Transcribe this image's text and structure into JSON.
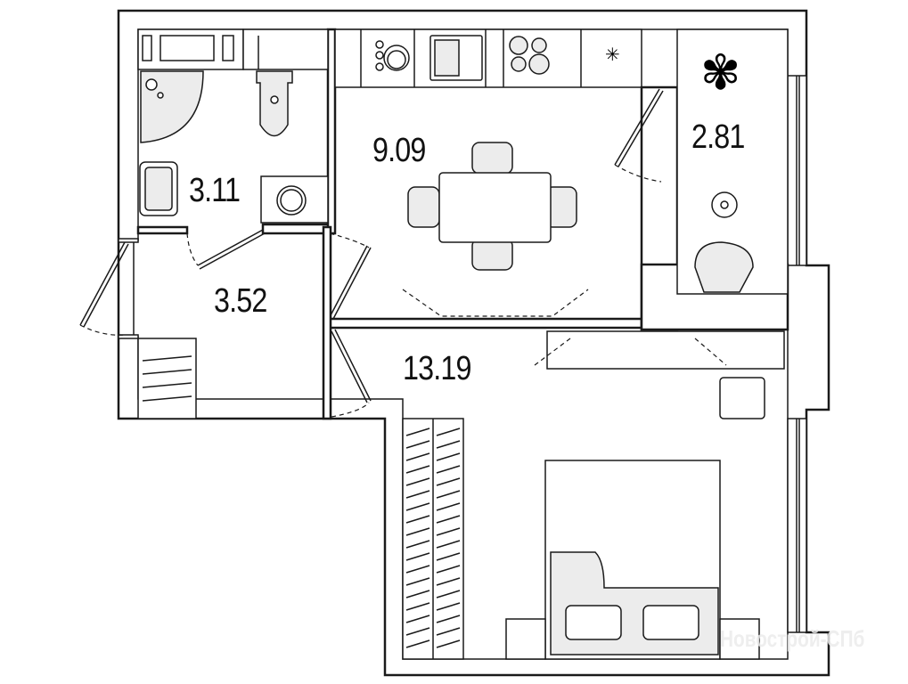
{
  "plan": {
    "rooms": [
      {
        "name": "bathroom",
        "area": "3.11"
      },
      {
        "name": "hallway",
        "area": "3.52"
      },
      {
        "name": "kitchen",
        "area": "9.09"
      },
      {
        "name": "balcony",
        "area": "2.81"
      },
      {
        "name": "bedroom",
        "area": "13.19"
      }
    ],
    "watermark": "Новострой-СПб"
  }
}
